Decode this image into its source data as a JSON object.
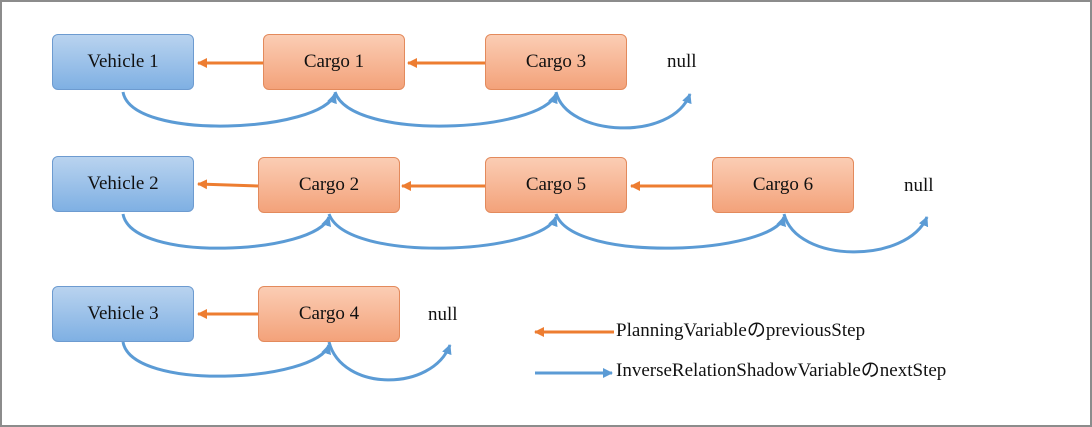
{
  "colors": {
    "previous_arrow": "#ed7d31",
    "next_arrow": "#5b9bd5"
  },
  "nodes": {
    "vehicle1": "Vehicle 1",
    "vehicle2": "Vehicle 2",
    "vehicle3": "Vehicle 3",
    "cargo1": "Cargo 1",
    "cargo2": "Cargo 2",
    "cargo3": "Cargo 3",
    "cargo4": "Cargo 4",
    "cargo5": "Cargo 5",
    "cargo6": "Cargo 6"
  },
  "null_label": "null",
  "chains": [
    [
      "Vehicle 1",
      "Cargo 1",
      "Cargo 3",
      "null"
    ],
    [
      "Vehicle 2",
      "Cargo 2",
      "Cargo 5",
      "Cargo 6",
      "null"
    ],
    [
      "Vehicle 3",
      "Cargo 4",
      "null"
    ]
  ],
  "legend": {
    "previous_label": "PlanningVariableのpreviousStep",
    "next_label": "InverseRelationShadowVariableのnextStep"
  }
}
